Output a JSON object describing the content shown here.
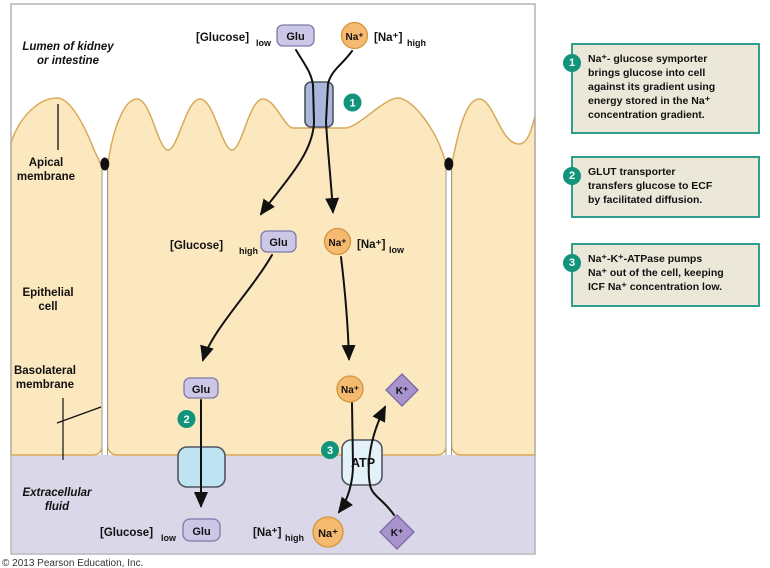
{
  "labels": {
    "lumen": [
      "Lumen of kidney",
      "or intestine"
    ],
    "apical": [
      "Apical",
      "membrane"
    ],
    "epithelial": [
      "Epithelial",
      "cell"
    ],
    "basolateral": [
      "Basolateral",
      "membrane"
    ],
    "ecf": [
      "Extracellular",
      "fluid"
    ]
  },
  "ions": {
    "glu": "Glu",
    "na": "Na⁺",
    "k": "K⁺",
    "atp": "ATP"
  },
  "concentrations": {
    "glucose_lumen": {
      "label": "[Glucose]",
      "level": "low"
    },
    "na_lumen": {
      "label": "[Na⁺]",
      "level": "high"
    },
    "glucose_cell": {
      "label": "[Glucose]",
      "level": "high"
    },
    "na_cell": {
      "label": "[Na⁺]",
      "level": "low"
    },
    "glucose_ecf": {
      "label": "[Glucose]",
      "level": "low"
    },
    "na_ecf": {
      "label": "[Na⁺]",
      "level": "high"
    }
  },
  "callouts": [
    {
      "number": "1",
      "lines": [
        "Na⁺- glucose symporter",
        "brings glucose into cell",
        "against its gradient using",
        "energy stored in the Na⁺",
        "concentration gradient."
      ]
    },
    {
      "number": "2",
      "lines": [
        "GLUT transporter",
        "transfers glucose to ECF",
        "by facilitated diffusion."
      ]
    },
    {
      "number": "3",
      "lines": [
        "Na⁺-K⁺-ATPase pumps",
        "Na⁺ out of the cell, keeping",
        "ICF Na⁺ concentration low."
      ]
    }
  ],
  "copyright": "© 2013 Pearson Education, Inc.",
  "colors": {
    "cell_fill": "#FBE8BF",
    "membrane_stroke": "#D9A958",
    "ecf_fill": "#DAD7E9",
    "glu_fill": "#CBC7E6",
    "glu_stroke": "#7D7AA8",
    "na_fill": "#F5BA70",
    "na_stroke": "#D3953E",
    "k_fill": "#A893CC",
    "k_stroke": "#7A68A6",
    "symporter_fill": "#A9B7DC",
    "glut_fill": "#BEE4F1",
    "pump_fill": "#E3F2F8",
    "transporter_stroke": "#4F5560",
    "badge_fill": "#12947C",
    "callout_bg": "#ECE8D9",
    "callout_border": "#2F9E8F",
    "panel_border": "#B3B3B3"
  }
}
